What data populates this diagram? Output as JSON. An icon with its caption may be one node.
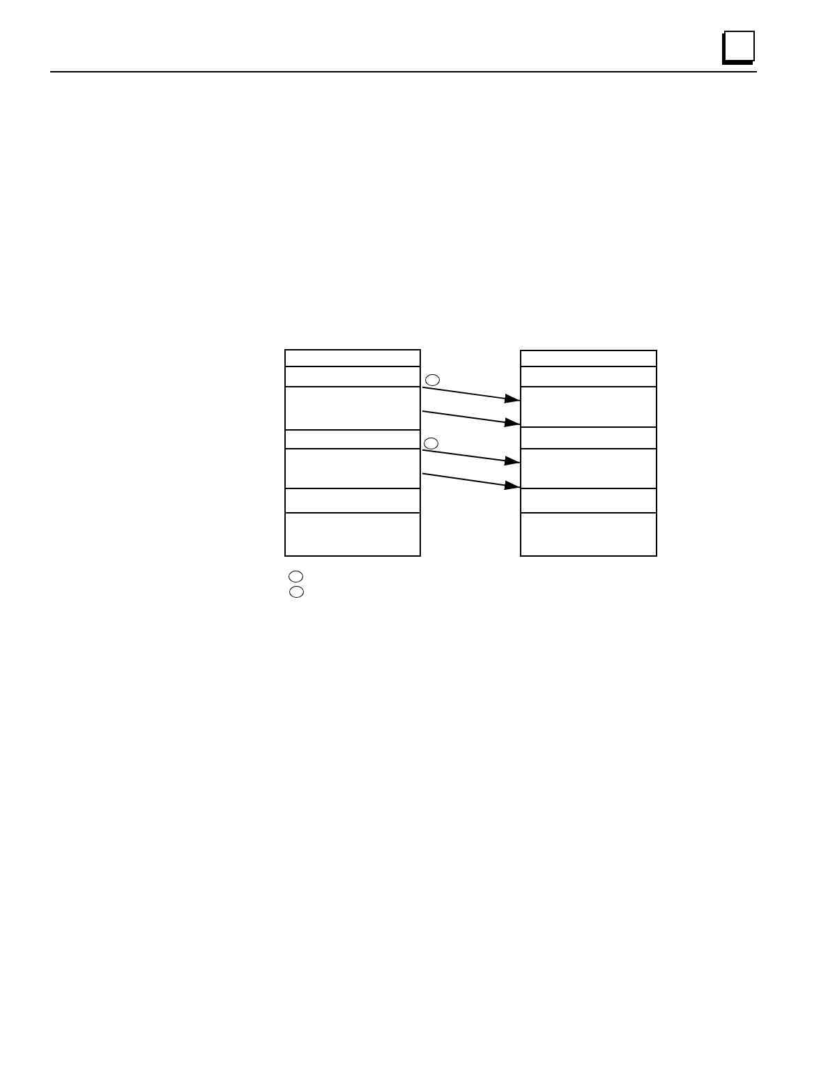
{
  "diagram": {
    "nodes": [
      {
        "text": [],
        "shape": "box"
      },
      {
        "text": [],
        "shape": "box",
        "in": 0
      },
      {
        "text": [],
        "shape": "box",
        "in": 0
      },
      {
        "text": [],
        "shape": "box",
        "in": 0
      },
      {
        "text": [],
        "shape": "box",
        "in": 0
      },
      {
        "text": [],
        "shape": "box",
        "in": 0
      },
      {
        "text": [],
        "shape": "box",
        "in": 0
      },
      {
        "text": [],
        "shape": "box",
        "in": 0
      },
      {
        "text": [],
        "shape": "box"
      },
      {
        "text": [],
        "shape": "box",
        "in": 8
      },
      {
        "text": [],
        "shape": "box",
        "in": 8
      },
      {
        "text": [],
        "shape": "box",
        "in": 8
      },
      {
        "text": [],
        "shape": "box",
        "in": 8
      },
      {
        "text": [],
        "shape": "box",
        "in": 8
      },
      {
        "text": [],
        "shape": "box",
        "in": 8
      },
      {
        "text": [],
        "shape": "box",
        "in": 8
      },
      {
        "text": [],
        "shape": "circle"
      },
      {
        "text": [],
        "shape": "circle"
      },
      {
        "text": [],
        "shape": "circle"
      },
      {
        "text": [],
        "shape": "circle"
      }
    ],
    "edges": [
      {
        "from": 3,
        "to": 11,
        "arrow": "to"
      },
      {
        "from": 3,
        "to": 11,
        "arrow": "to"
      },
      {
        "from": 5,
        "to": 13,
        "arrow": "to"
      },
      {
        "from": 5,
        "to": 13,
        "arrow": "to"
      }
    ]
  }
}
